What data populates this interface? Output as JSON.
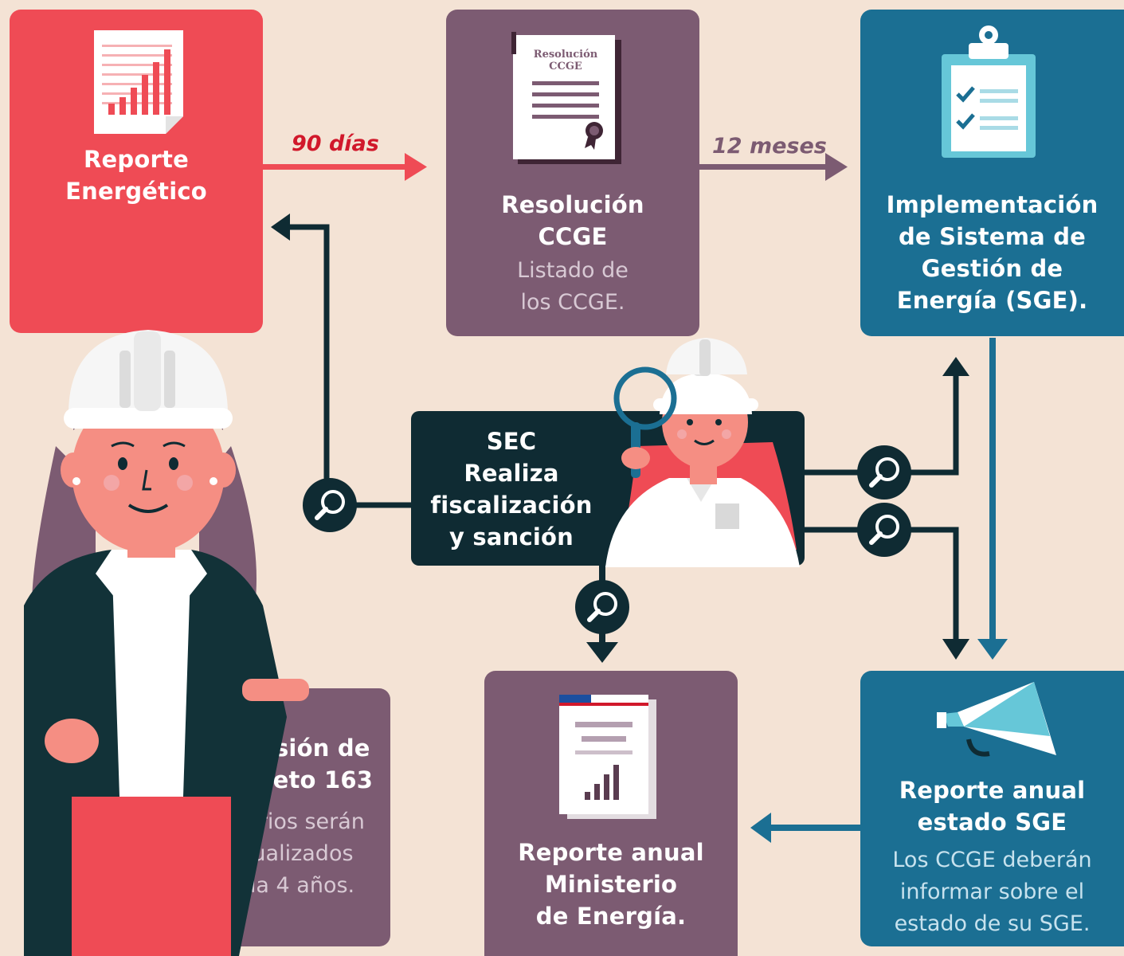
{
  "colors": {
    "background": "#f4e3d5",
    "red": "#ef4b55",
    "mauve": "#7c5b72",
    "blue": "#1b6f93",
    "dark": "#0f2b33"
  },
  "reporte_energetico": {
    "title_1": "Reporte",
    "title_2": "Energético"
  },
  "arrow_90": {
    "label": "90 días"
  },
  "resolucion": {
    "doc_title_1": "Resolución",
    "doc_title_2": "CCGE",
    "title_1": "Resolución",
    "title_2": "CCGE",
    "sub_1": "Listado de",
    "sub_2": "los CCGE."
  },
  "arrow_12": {
    "label": "12 meses"
  },
  "implementacion": {
    "line_1": "Implementación",
    "line_2": "de Sistema de",
    "line_3": "Gestión de",
    "line_4": "Energía (SGE)."
  },
  "sec": {
    "line_1": "SEC",
    "line_2": "Realiza",
    "line_3": "fiscalización",
    "line_4": "y sanción"
  },
  "revision": {
    "title_1": "Revisión de",
    "title_2": "decreto 163",
    "sub_1": "Criterios serán",
    "sub_2": "actualizados",
    "sub_3": "cada 4 años."
  },
  "reporte_ministerio": {
    "line_1": "Reporte anual",
    "line_2": "Ministerio",
    "line_3": "de Energía."
  },
  "reporte_sge": {
    "title_1": "Reporte anual",
    "title_2": "estado SGE",
    "sub_1": "Los CCGE deberán",
    "sub_2": "informar sobre el",
    "sub_3": "estado de su SGE."
  },
  "icons": [
    "bar-chart-document-icon",
    "resolution-certificate-icon",
    "clipboard-checklist-icon",
    "magnifier-icon",
    "report-document-icon",
    "megaphone-icon"
  ]
}
